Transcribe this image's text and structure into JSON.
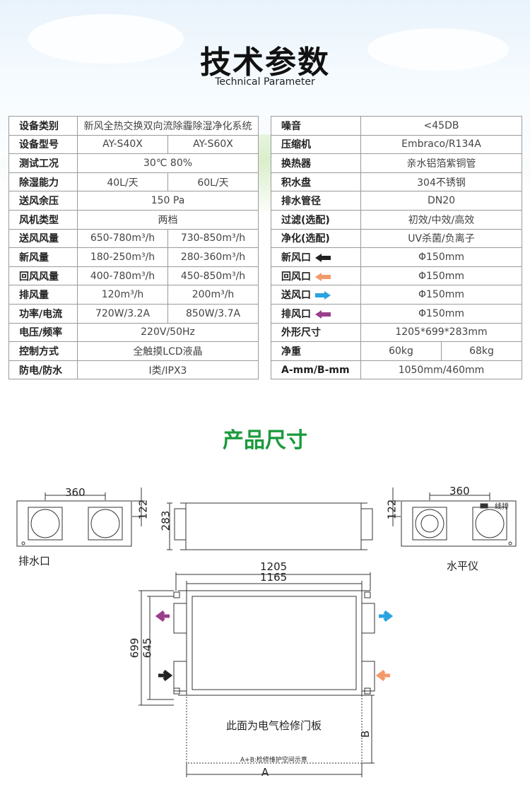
{
  "header": {
    "title": "技术参数",
    "subtitle": "Technical Parameter"
  },
  "spec_left": [
    {
      "label": "设备类别",
      "values": [
        "新风全热交换双向流除霾除湿净化系统"
      ]
    },
    {
      "label": "设备型号",
      "values": [
        "AY-S40X",
        "AY-S60X"
      ]
    },
    {
      "label": "测试工况",
      "values": [
        "30℃ 80%"
      ]
    },
    {
      "label": "除湿能力",
      "values": [
        "40L/天",
        "60L/天"
      ]
    },
    {
      "label": "送风余压",
      "values": [
        "150 Pa"
      ]
    },
    {
      "label": "风机类型",
      "values": [
        "两档"
      ]
    },
    {
      "label": "送风风量",
      "values": [
        "650-780m³/h",
        "730-850m³/h"
      ]
    },
    {
      "label": "新风量",
      "values": [
        "180-250m³/h",
        "280-360m³/h"
      ]
    },
    {
      "label": "回风风量",
      "values": [
        "400-780m³/h",
        "450-850m³/h"
      ]
    },
    {
      "label": "排风量",
      "values": [
        "120m³/h",
        "200m³/h"
      ]
    },
    {
      "label": "功率/电流",
      "values": [
        "720W/3.2A",
        "850W/3.7A"
      ]
    },
    {
      "label": "电压/频率",
      "values": [
        "220V/50Hz"
      ]
    },
    {
      "label": "控制方式",
      "values": [
        "全触摸LCD液晶"
      ]
    },
    {
      "label": "防电/防水",
      "values": [
        "I类/IPX3"
      ]
    }
  ],
  "spec_right": [
    {
      "label": "噪音",
      "values": [
        "<45DB"
      ]
    },
    {
      "label": "压缩机",
      "values": [
        "Embraco/R134A"
      ]
    },
    {
      "label": "换热器",
      "values": [
        "亲水铝箔紫铜管"
      ]
    },
    {
      "label": "积水盘",
      "values": [
        "304不锈钢"
      ]
    },
    {
      "label": "排水管径",
      "values": [
        "DN20"
      ]
    },
    {
      "label": "过滤(选配)",
      "values": [
        "初效/中效/高效"
      ]
    },
    {
      "label": "净化(选配)",
      "values": [
        "UV杀菌/负离子"
      ]
    },
    {
      "label": "新风口",
      "arrow": "left",
      "arrow_color": "#222222",
      "values": [
        "Φ150mm"
      ]
    },
    {
      "label": "回风口",
      "arrow": "left",
      "arrow_color": "#f39a6b",
      "values": [
        "Φ150mm"
      ]
    },
    {
      "label": "送风口",
      "arrow": "right",
      "arrow_color": "#2aa3df",
      "values": [
        "Φ150mm"
      ]
    },
    {
      "label": "排风口",
      "arrow": "left",
      "arrow_color": "#9b3f8b",
      "values": [
        "Φ150mm"
      ]
    },
    {
      "label": "外形尺寸",
      "values": [
        "1205*699*283mm"
      ]
    },
    {
      "label": "净重",
      "values": [
        "60kg",
        "68kg"
      ]
    },
    {
      "label": "A-mm/B-mm",
      "values": [
        "1050mm/460mm"
      ]
    }
  ],
  "dimensions": {
    "section_title": "产品尺寸",
    "side_left_width": "360",
    "side_left_height": "122",
    "front_height": "283",
    "side_right_width": "360",
    "side_right_height": "122",
    "top_total_width": "1205",
    "top_inner_width": "1165",
    "top_total_height": "699",
    "top_inner_height": "645",
    "label_drain": "排水口",
    "label_level": "水平仪",
    "label_wire": "线排",
    "label_panel": "此面为电气检修门板",
    "label_note": "A+B:检修维护空间示意",
    "label_a": "A",
    "label_b": "B"
  },
  "colors": {
    "accent_green": "#1a9a3b",
    "arrow_black": "#222222",
    "arrow_orange": "#f39a6b",
    "arrow_blue": "#2aa3df",
    "arrow_purple": "#9b3f8b"
  }
}
